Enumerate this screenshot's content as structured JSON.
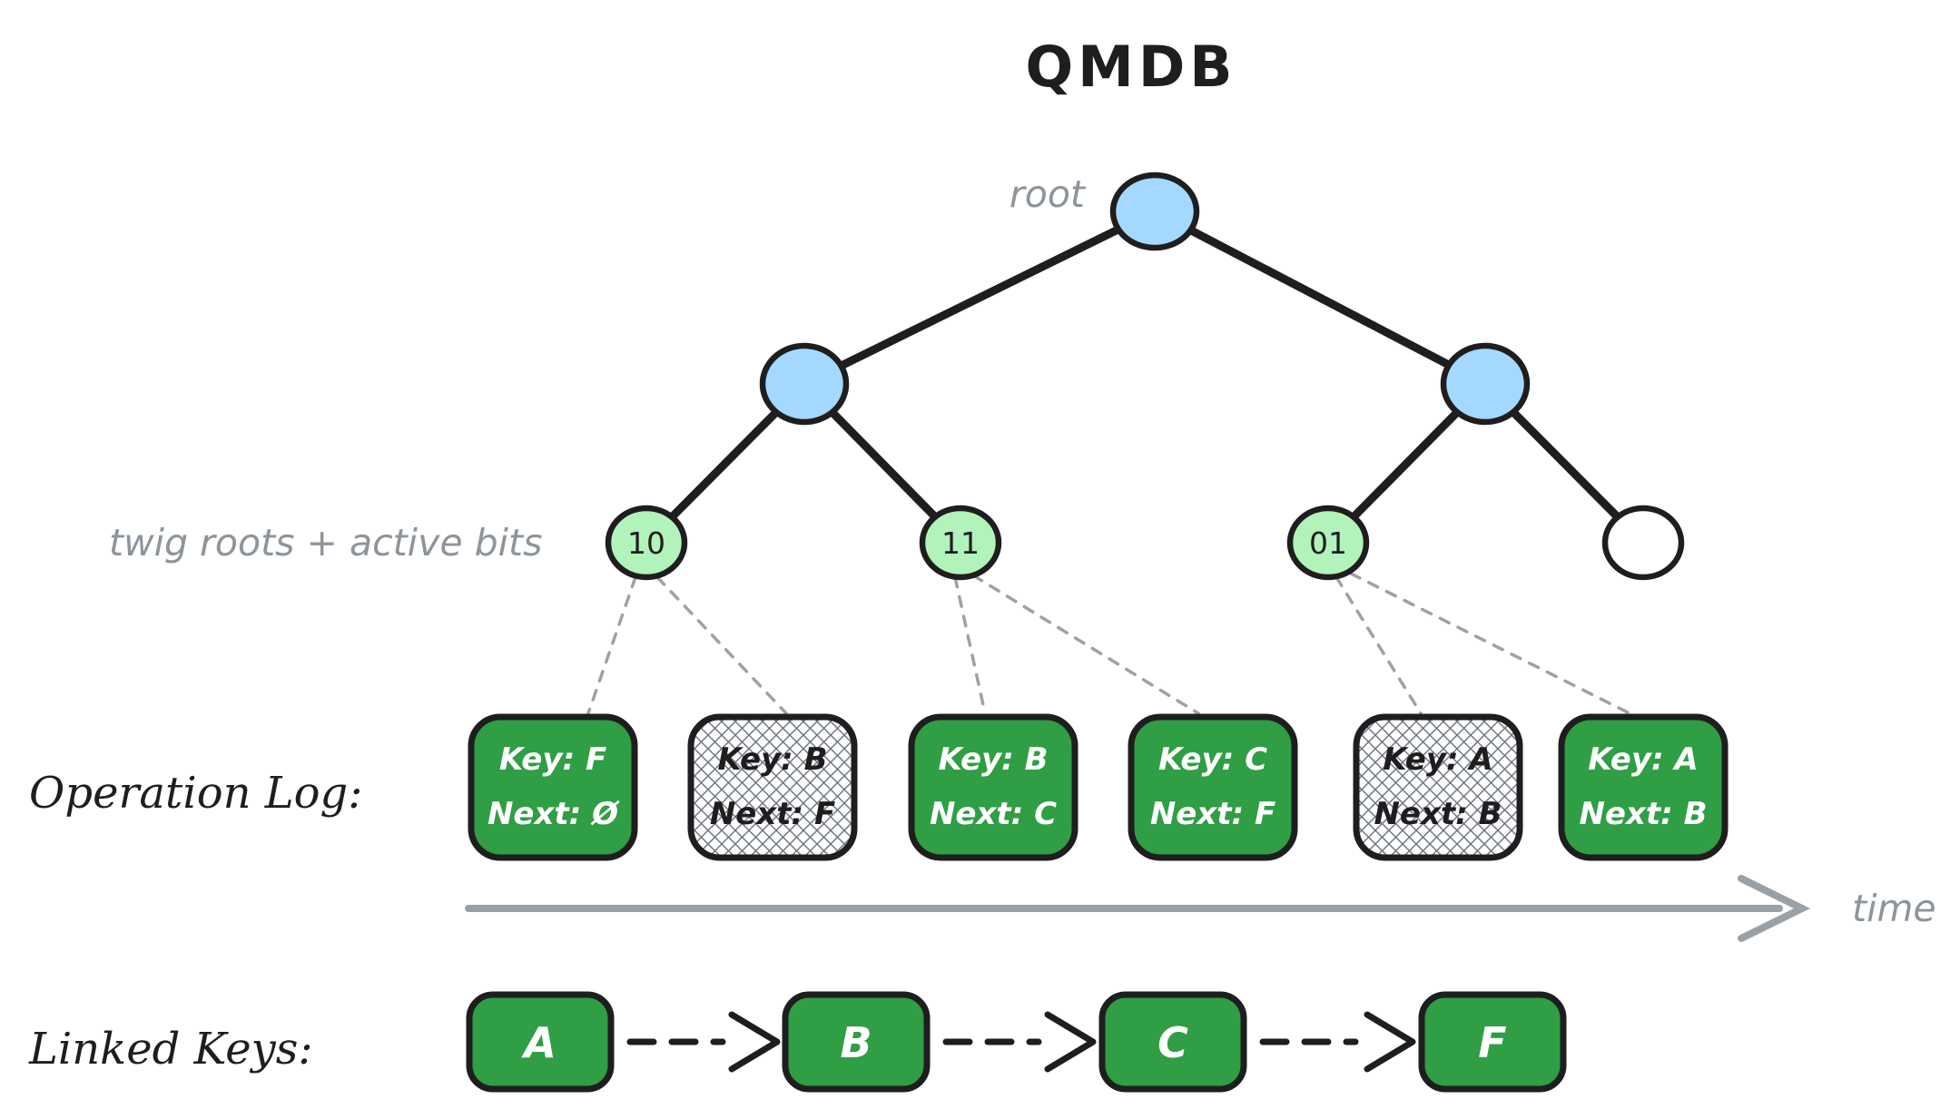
{
  "title": "QMDB",
  "tree": {
    "root_label": "root",
    "twig_label": "twig roots + active bits",
    "twigs": [
      {
        "bits": "10"
      },
      {
        "bits": "11"
      },
      {
        "bits": "01"
      },
      {
        "bits": ""
      }
    ]
  },
  "operation_log": {
    "label": "Operation Log:",
    "entries": [
      {
        "key": "Key: F",
        "next": "Next: Ø",
        "state": "active"
      },
      {
        "key": "Key: B",
        "next": "Next: F",
        "state": "superseded"
      },
      {
        "key": "Key: B",
        "next": "Next: C",
        "state": "active"
      },
      {
        "key": "Key: C",
        "next": "Next: F",
        "state": "active"
      },
      {
        "key": "Key: A",
        "next": "Next: B",
        "state": "superseded"
      },
      {
        "key": "Key: A",
        "next": "Next: B",
        "state": "active"
      }
    ]
  },
  "timeline": {
    "label": "time"
  },
  "linked_keys": {
    "label": "Linked Keys:",
    "keys": [
      "A",
      "B",
      "C",
      "F"
    ]
  },
  "colors": {
    "node_fill": "#a5d8ff",
    "twig_fill": "#b2f2bb",
    "box_fill": "#2f9e44",
    "stroke": "#1e1e1e",
    "muted": "#8d949b"
  }
}
